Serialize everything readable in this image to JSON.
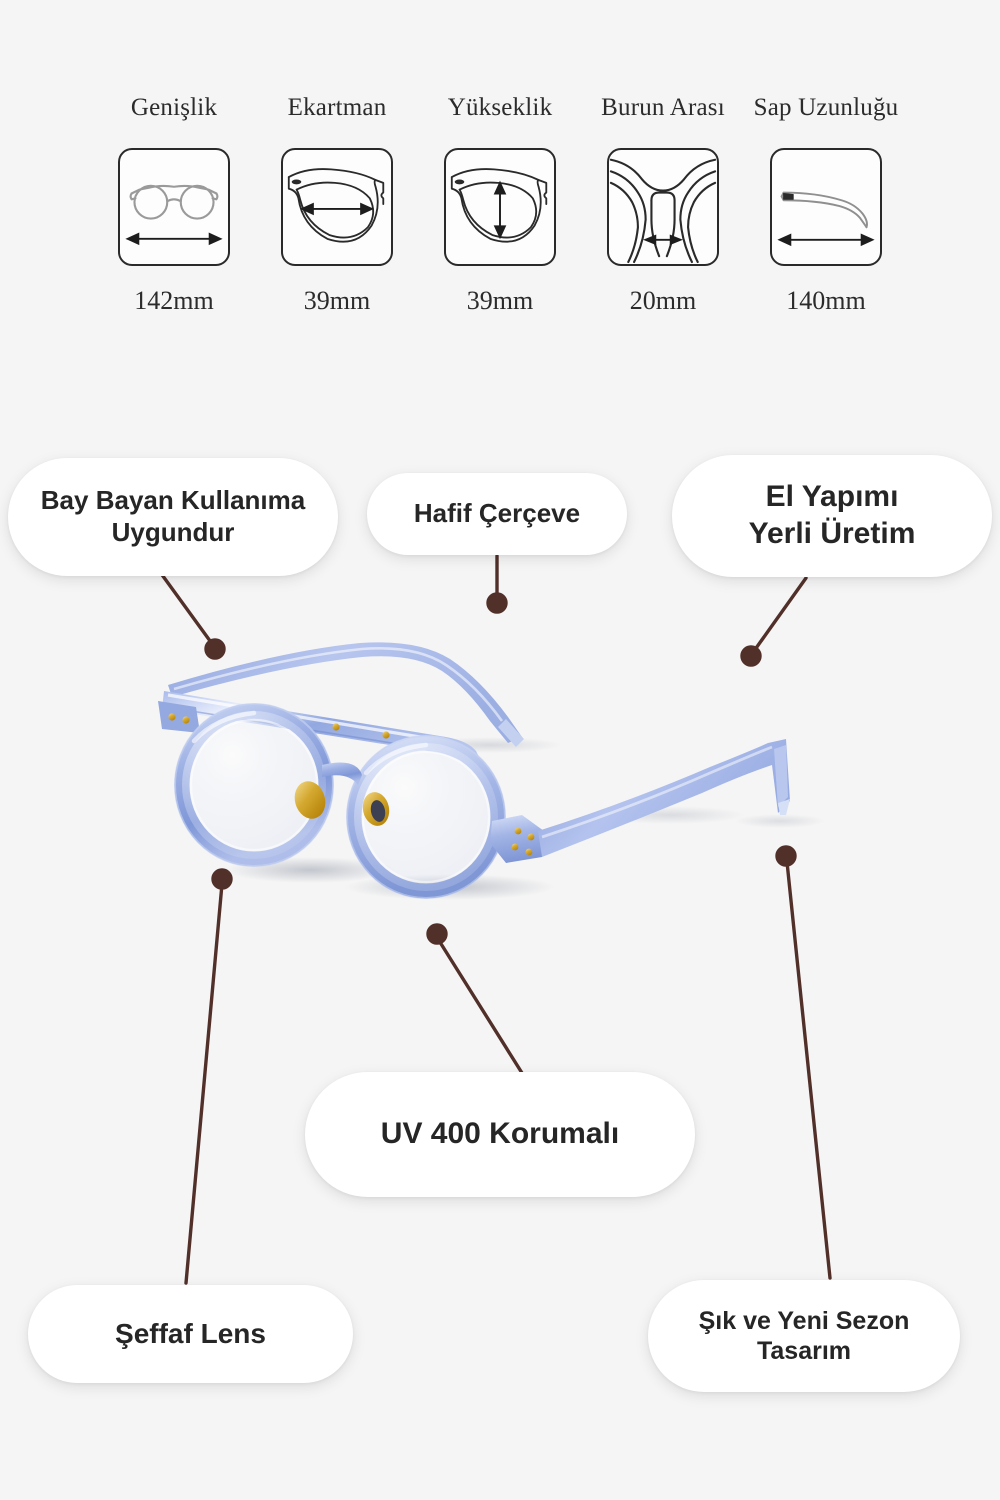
{
  "background_color": "#f5f5f5",
  "leader_color": "#52302a",
  "pill_text_color": "#262626",
  "frame_color": "#8aa4dd",
  "specs": {
    "items": [
      {
        "title": "Genişlik",
        "value": "142mm",
        "icon": "glasses-front-width-icon"
      },
      {
        "title": "Ekartman",
        "value": "39mm",
        "icon": "lens-width-icon"
      },
      {
        "title": "Yükseklik",
        "value": "39mm",
        "icon": "lens-height-icon"
      },
      {
        "title": "Burun Arası",
        "value": "20mm",
        "icon": "nose-bridge-icon"
      },
      {
        "title": "Sap Uzunluğu",
        "value": "140mm",
        "icon": "temple-length-icon"
      }
    ]
  },
  "features": {
    "unisex": {
      "line1": "Bay Bayan Kullanıma",
      "line2": "Uygundur"
    },
    "light": {
      "line1": "Hafif Çerçeve",
      "line2": ""
    },
    "handmade": {
      "line1": "El Yapımı",
      "line2": "Yerli Üretim"
    },
    "uv": {
      "line1": "UV 400 Korumalı",
      "line2": ""
    },
    "lens": {
      "line1": "Şeffaf Lens",
      "line2": ""
    },
    "season": {
      "line1": "Şık ve Yeni Sezon",
      "line2": "Tasarım"
    }
  },
  "product": {
    "name": "eyeglasses-photo",
    "description": "Transparent blue round acetate eyeglasses with top bar and gold accents"
  }
}
